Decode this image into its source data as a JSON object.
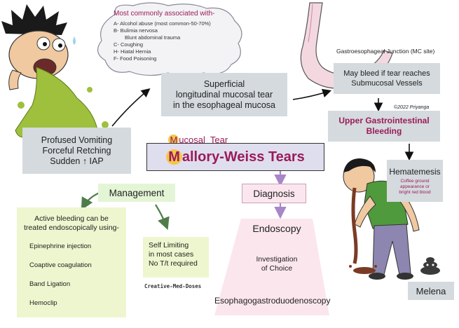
{
  "cloud": {
    "title": "Most commonly associated with-",
    "items": [
      "A- Alcohol abuse (most common-50-70%)",
      "B- Bulimia nervosa",
      "Blunt abdominal trauma",
      "C- Coughing",
      "H- Hiatal Hernia",
      "F- Food Poisoning"
    ]
  },
  "causes": {
    "lines": [
      "Profused Vomiting",
      "Forceful Retching",
      "Sudden ↑ IAP"
    ]
  },
  "tear_box": {
    "lines": [
      "Superficial",
      "longitudinal mucosal tear",
      "in the esophageal mucosa"
    ]
  },
  "ge_junction": "Gastroesophageal Junction (MC site)",
  "bleed_box": {
    "lines": [
      "May bleed if tear reaches",
      "Submucosal Vessels"
    ]
  },
  "copyright": "©2022 Priyanga",
  "ugib": {
    "lines": [
      "Upper Gastrointestinal",
      "Bleeding"
    ]
  },
  "mucosal_tear": {
    "first": "M",
    "rest": "ucosal  Tear"
  },
  "main_title": {
    "first": "M",
    "rest": "allory-Weiss Tears"
  },
  "management": {
    "label": "Management",
    "endoscopic": {
      "lines": [
        "Active bleeding can be",
        "treated endoscopically using-"
      ],
      "items": [
        "Epinephrine injection",
        "Coaptive coagulation",
        "Band Ligation",
        "Hemoclip"
      ]
    },
    "self_limiting": {
      "lines": [
        "Self Limiting",
        "in most cases",
        "No T/t required"
      ]
    }
  },
  "credit": "Creative-Med-Doses",
  "diagnosis": {
    "label": "Diagnosis",
    "endoscopy": "Endoscopy",
    "investigation": [
      "Investigation",
      "of Choice"
    ],
    "egd": "Esophagogastroduodenoscopy"
  },
  "hematemesis": {
    "title": "Hematemesis",
    "desc": [
      "Coffee ground",
      "appearance or",
      "bright red blood"
    ]
  },
  "melena": "Melena",
  "colors": {
    "grey_box": "#d4dadd",
    "purple_text": "#9b1b5a",
    "green_box": "#eef6cf",
    "arrow_green": "#4f7d4a",
    "arrow_purple": "#a986c8",
    "pink_box": "#fbe6ee",
    "title_box": "#dfdeef",
    "highlight": "#f4c64a"
  },
  "icons": [
    "vomiting-man-illustration",
    "stomach-illustration",
    "bleeding-man-illustration",
    "stool-icon"
  ]
}
